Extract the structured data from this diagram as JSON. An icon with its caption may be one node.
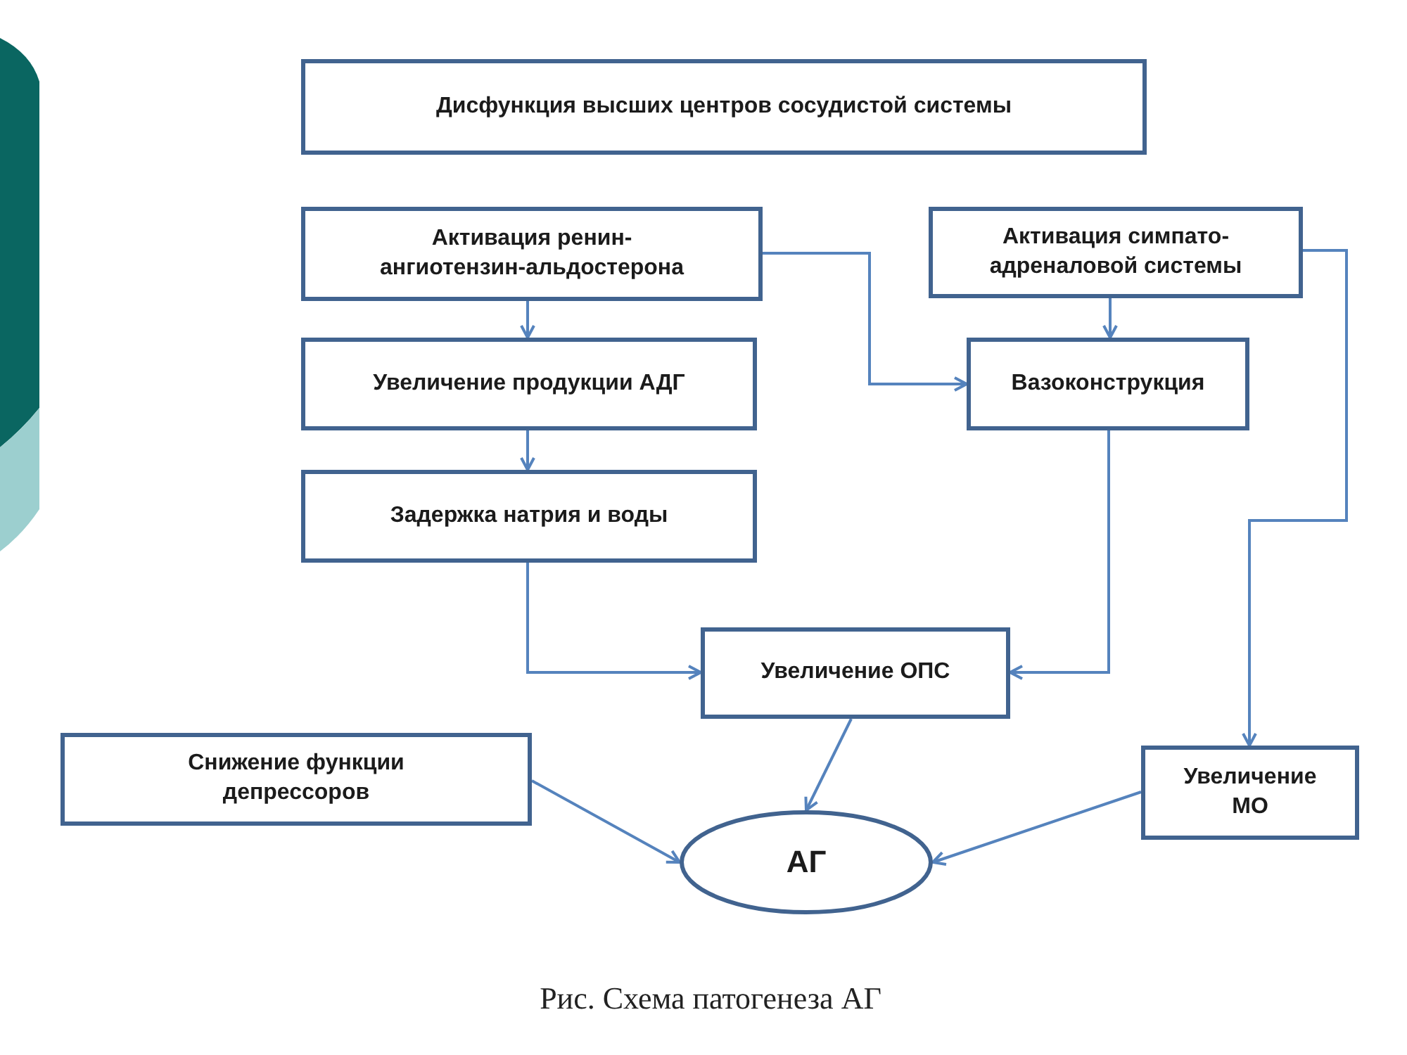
{
  "diagram": {
    "caption": "Рис. Схема патогенеза АГ",
    "nodes": [
      {
        "text": [
          "Дисфункция высших центров сосудистой системы"
        ]
      },
      {
        "text": [
          "Активация ренин-ангиотензин-альдостерона"
        ]
      },
      {
        "text": [
          "Активация симпато-адреналовой системы"
        ]
      },
      {
        "text": [
          "Увеличение продукции АДГ"
        ]
      },
      {
        "text": [
          "Вазоконструкция"
        ]
      },
      {
        "text": [
          "Задержка натрия и воды"
        ]
      },
      {
        "text": [
          "Увеличение ОПС"
        ]
      },
      {
        "text": [
          "Снижение функции депрессоров"
        ]
      },
      {
        "text": [
          "Увеличение МО"
        ]
      },
      {
        "text": [
          "АГ"
        ]
      }
    ],
    "edges": [
      {
        "from": 1,
        "to": 3,
        "arrow": "to"
      },
      {
        "from": 1,
        "to": 4,
        "arrow": "to"
      },
      {
        "from": 2,
        "to": 4,
        "arrow": "to"
      },
      {
        "from": 2,
        "to": 8,
        "arrow": "to"
      },
      {
        "from": 3,
        "to": 5,
        "arrow": "to"
      },
      {
        "from": 5,
        "to": 6,
        "arrow": "to"
      },
      {
        "from": 4,
        "to": 6,
        "arrow": "to"
      },
      {
        "from": 6,
        "to": 9,
        "arrow": "to"
      },
      {
        "from": 7,
        "to": 9,
        "arrow": "to"
      },
      {
        "from": 8,
        "to": 9,
        "arrow": "to"
      }
    ]
  }
}
